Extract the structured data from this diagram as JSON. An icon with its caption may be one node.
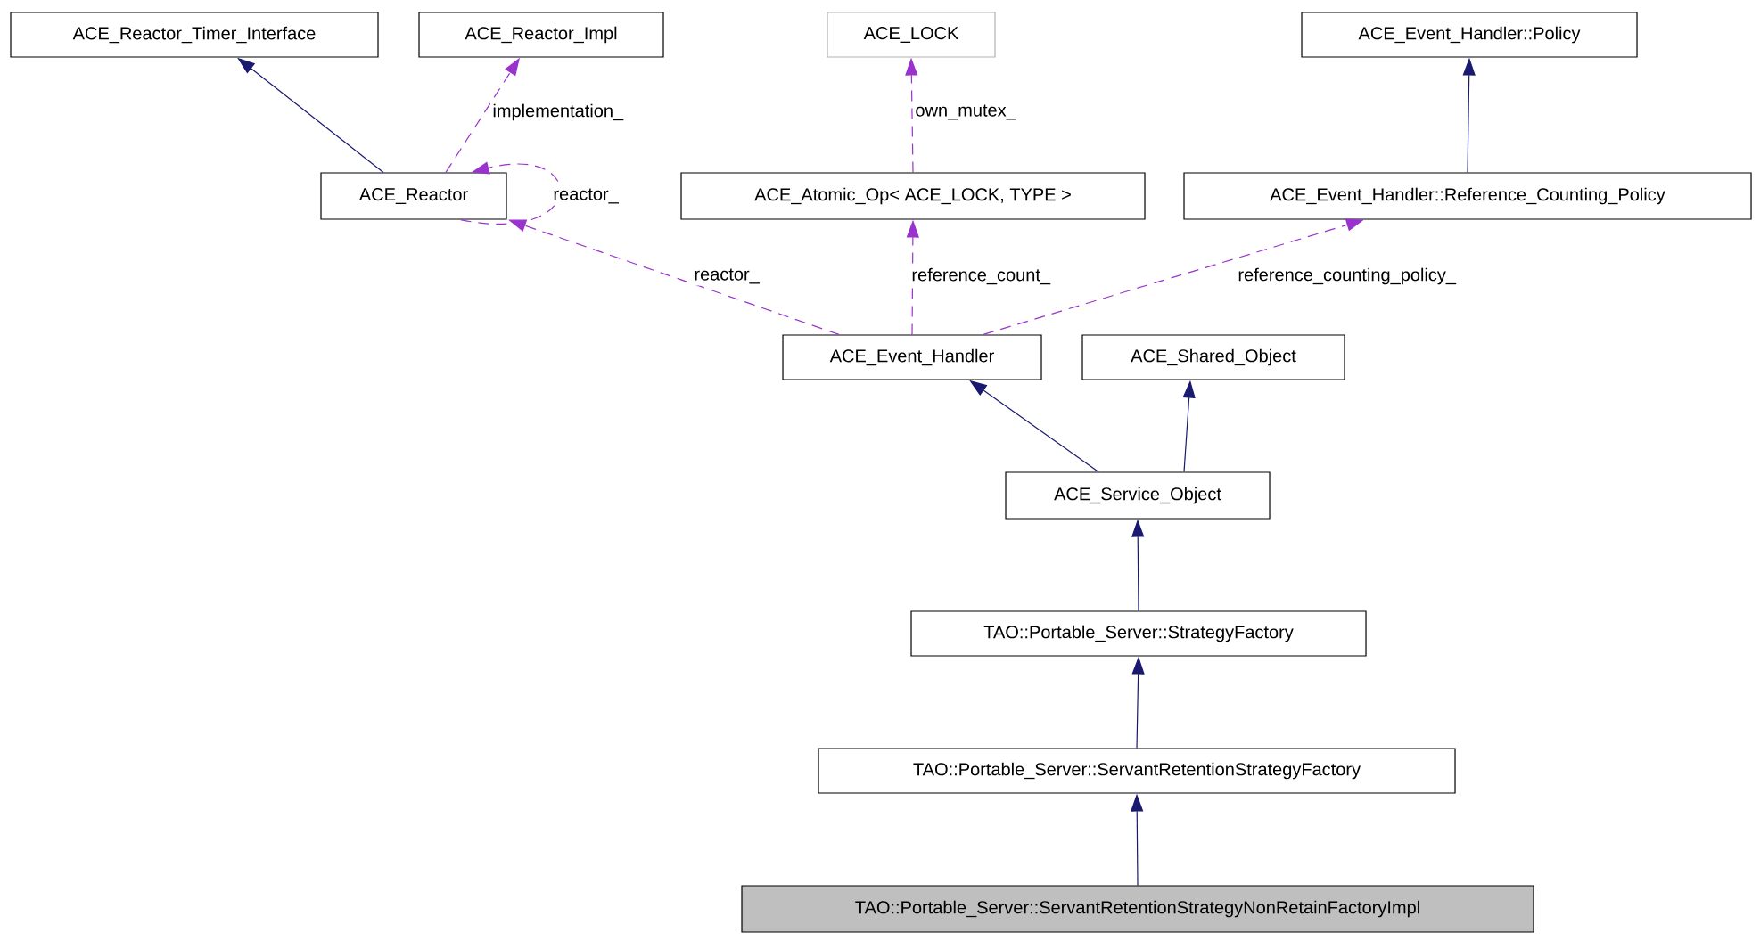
{
  "diagram": {
    "nodes": [
      {
        "text": [
          "ACE_Reactor_Timer_Interface"
        ]
      },
      {
        "text": [
          "ACE_Reactor_Impl"
        ]
      },
      {
        "text": [
          "ACE_LOCK"
        ]
      },
      {
        "text": [
          "ACE_Event_Handler::Policy"
        ]
      },
      {
        "text": [
          "ACE_Reactor"
        ]
      },
      {
        "text": [
          "ACE_Atomic_Op< ACE_LOCK, TYPE >"
        ]
      },
      {
        "text": [
          "ACE_Event_Handler::Reference_Counting_Policy"
        ]
      },
      {
        "text": [
          "ACE_Event_Handler"
        ]
      },
      {
        "text": [
          "ACE_Shared_Object"
        ]
      },
      {
        "text": [
          "ACE_Service_Object"
        ]
      },
      {
        "text": [
          "TAO::Portable_Server::StrategyFactory"
        ]
      },
      {
        "text": [
          "TAO::Portable_Server::ServantRetentionStrategyFactory"
        ]
      },
      {
        "text": [
          "TAO::Portable_Server::ServantRetentionStrategyNonRetainFactoryImpl"
        ]
      }
    ],
    "edges": [
      {
        "from": 4,
        "to": 0,
        "arrow": "to"
      },
      {
        "from": 4,
        "to": 1,
        "arrow": "to",
        "label": "implementation_",
        "style": "dashed",
        "color": "#9a32cd"
      },
      {
        "from": 4,
        "to": 4,
        "arrow": "to",
        "label": "reactor_",
        "style": "dashed",
        "color": "#9a32cd"
      },
      {
        "from": 5,
        "to": 2,
        "arrow": "to",
        "label": "own_mutex_",
        "style": "dashed",
        "color": "#9a32cd"
      },
      {
        "from": 6,
        "to": 3,
        "arrow": "to"
      },
      {
        "from": 7,
        "to": 4,
        "arrow": "to",
        "label": "reactor_",
        "style": "dashed",
        "color": "#9a32cd"
      },
      {
        "from": 7,
        "to": 5,
        "arrow": "to",
        "label": "reference_count_",
        "style": "dashed",
        "color": "#9a32cd"
      },
      {
        "from": 7,
        "to": 6,
        "arrow": "to",
        "label": "reference_counting_policy_",
        "style": "dashed",
        "color": "#9a32cd"
      },
      {
        "from": 9,
        "to": 7,
        "arrow": "to"
      },
      {
        "from": 9,
        "to": 8,
        "arrow": "to"
      },
      {
        "from": 10,
        "to": 9,
        "arrow": "to"
      },
      {
        "from": 11,
        "to": 10,
        "arrow": "to"
      },
      {
        "from": 12,
        "to": 11,
        "arrow": "to"
      }
    ]
  }
}
